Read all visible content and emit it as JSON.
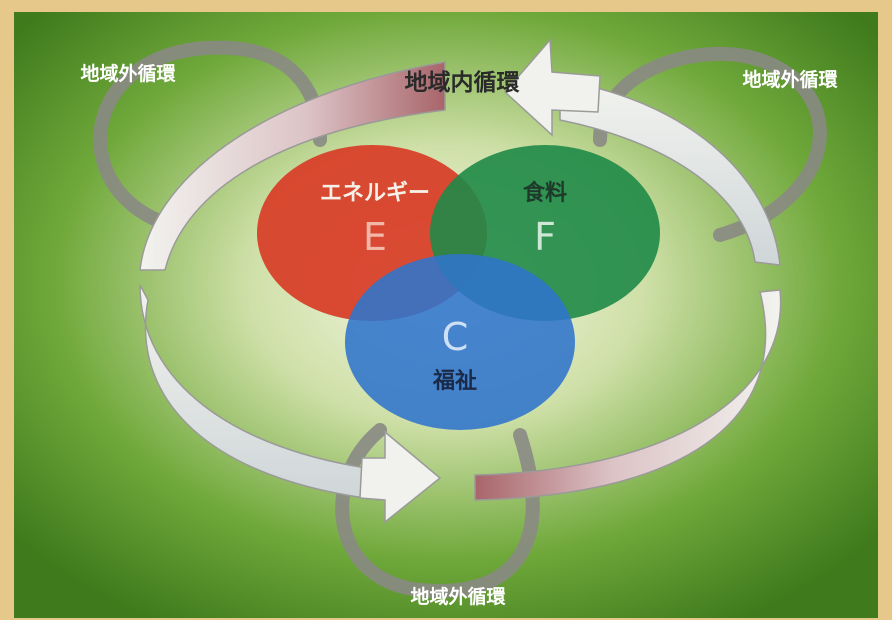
{
  "diagram": {
    "outer_cycle_label": "地域外循環",
    "inner_cycle_label": "地域内循環",
    "circles": {
      "energy": {
        "label": "エネルギー",
        "letter": "E",
        "color": "#d8402a"
      },
      "food": {
        "label": "食料",
        "letter": "F",
        "color": "#1f8a47"
      },
      "welfare": {
        "label": "福祉",
        "letter": "C",
        "color": "#2f74cc"
      }
    },
    "colors": {
      "background": "#4b8a22",
      "frame": "#e6c98a",
      "outer_ring": "#8a8a84",
      "arrow_light": "#eef0ec",
      "arrow_pink": "#a8656a"
    }
  }
}
